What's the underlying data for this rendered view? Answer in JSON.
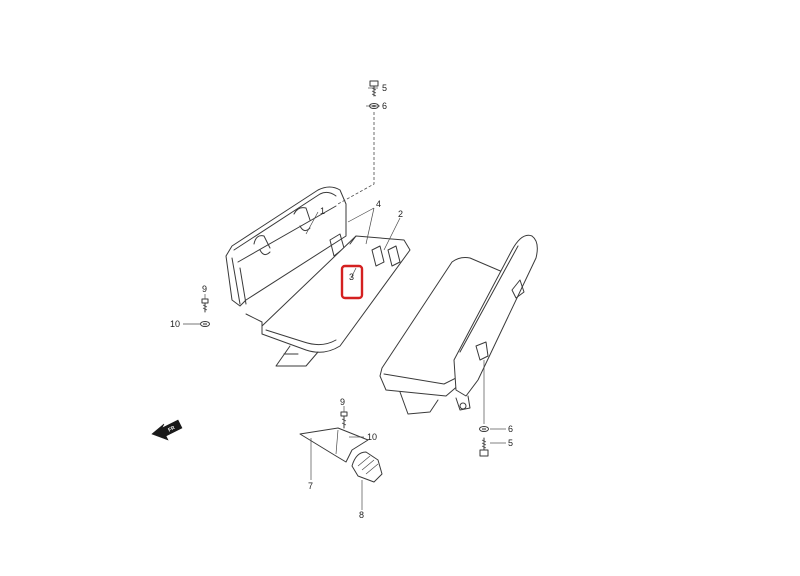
{
  "diagram": {
    "labels": {
      "part_1": "1",
      "part_2": "2",
      "part_3": "3",
      "part_4": "4",
      "part_5_top": "5",
      "part_6_top": "6",
      "part_9_left": "9",
      "part_10_left": "10",
      "part_9_bottom": "9",
      "part_10_bottom": "10",
      "part_7": "7",
      "part_8": "8",
      "part_6_right": "6",
      "part_5_right": "5"
    },
    "front_arrow_text": "FR",
    "highlight": {
      "part": "3",
      "color": "#d42020"
    }
  }
}
